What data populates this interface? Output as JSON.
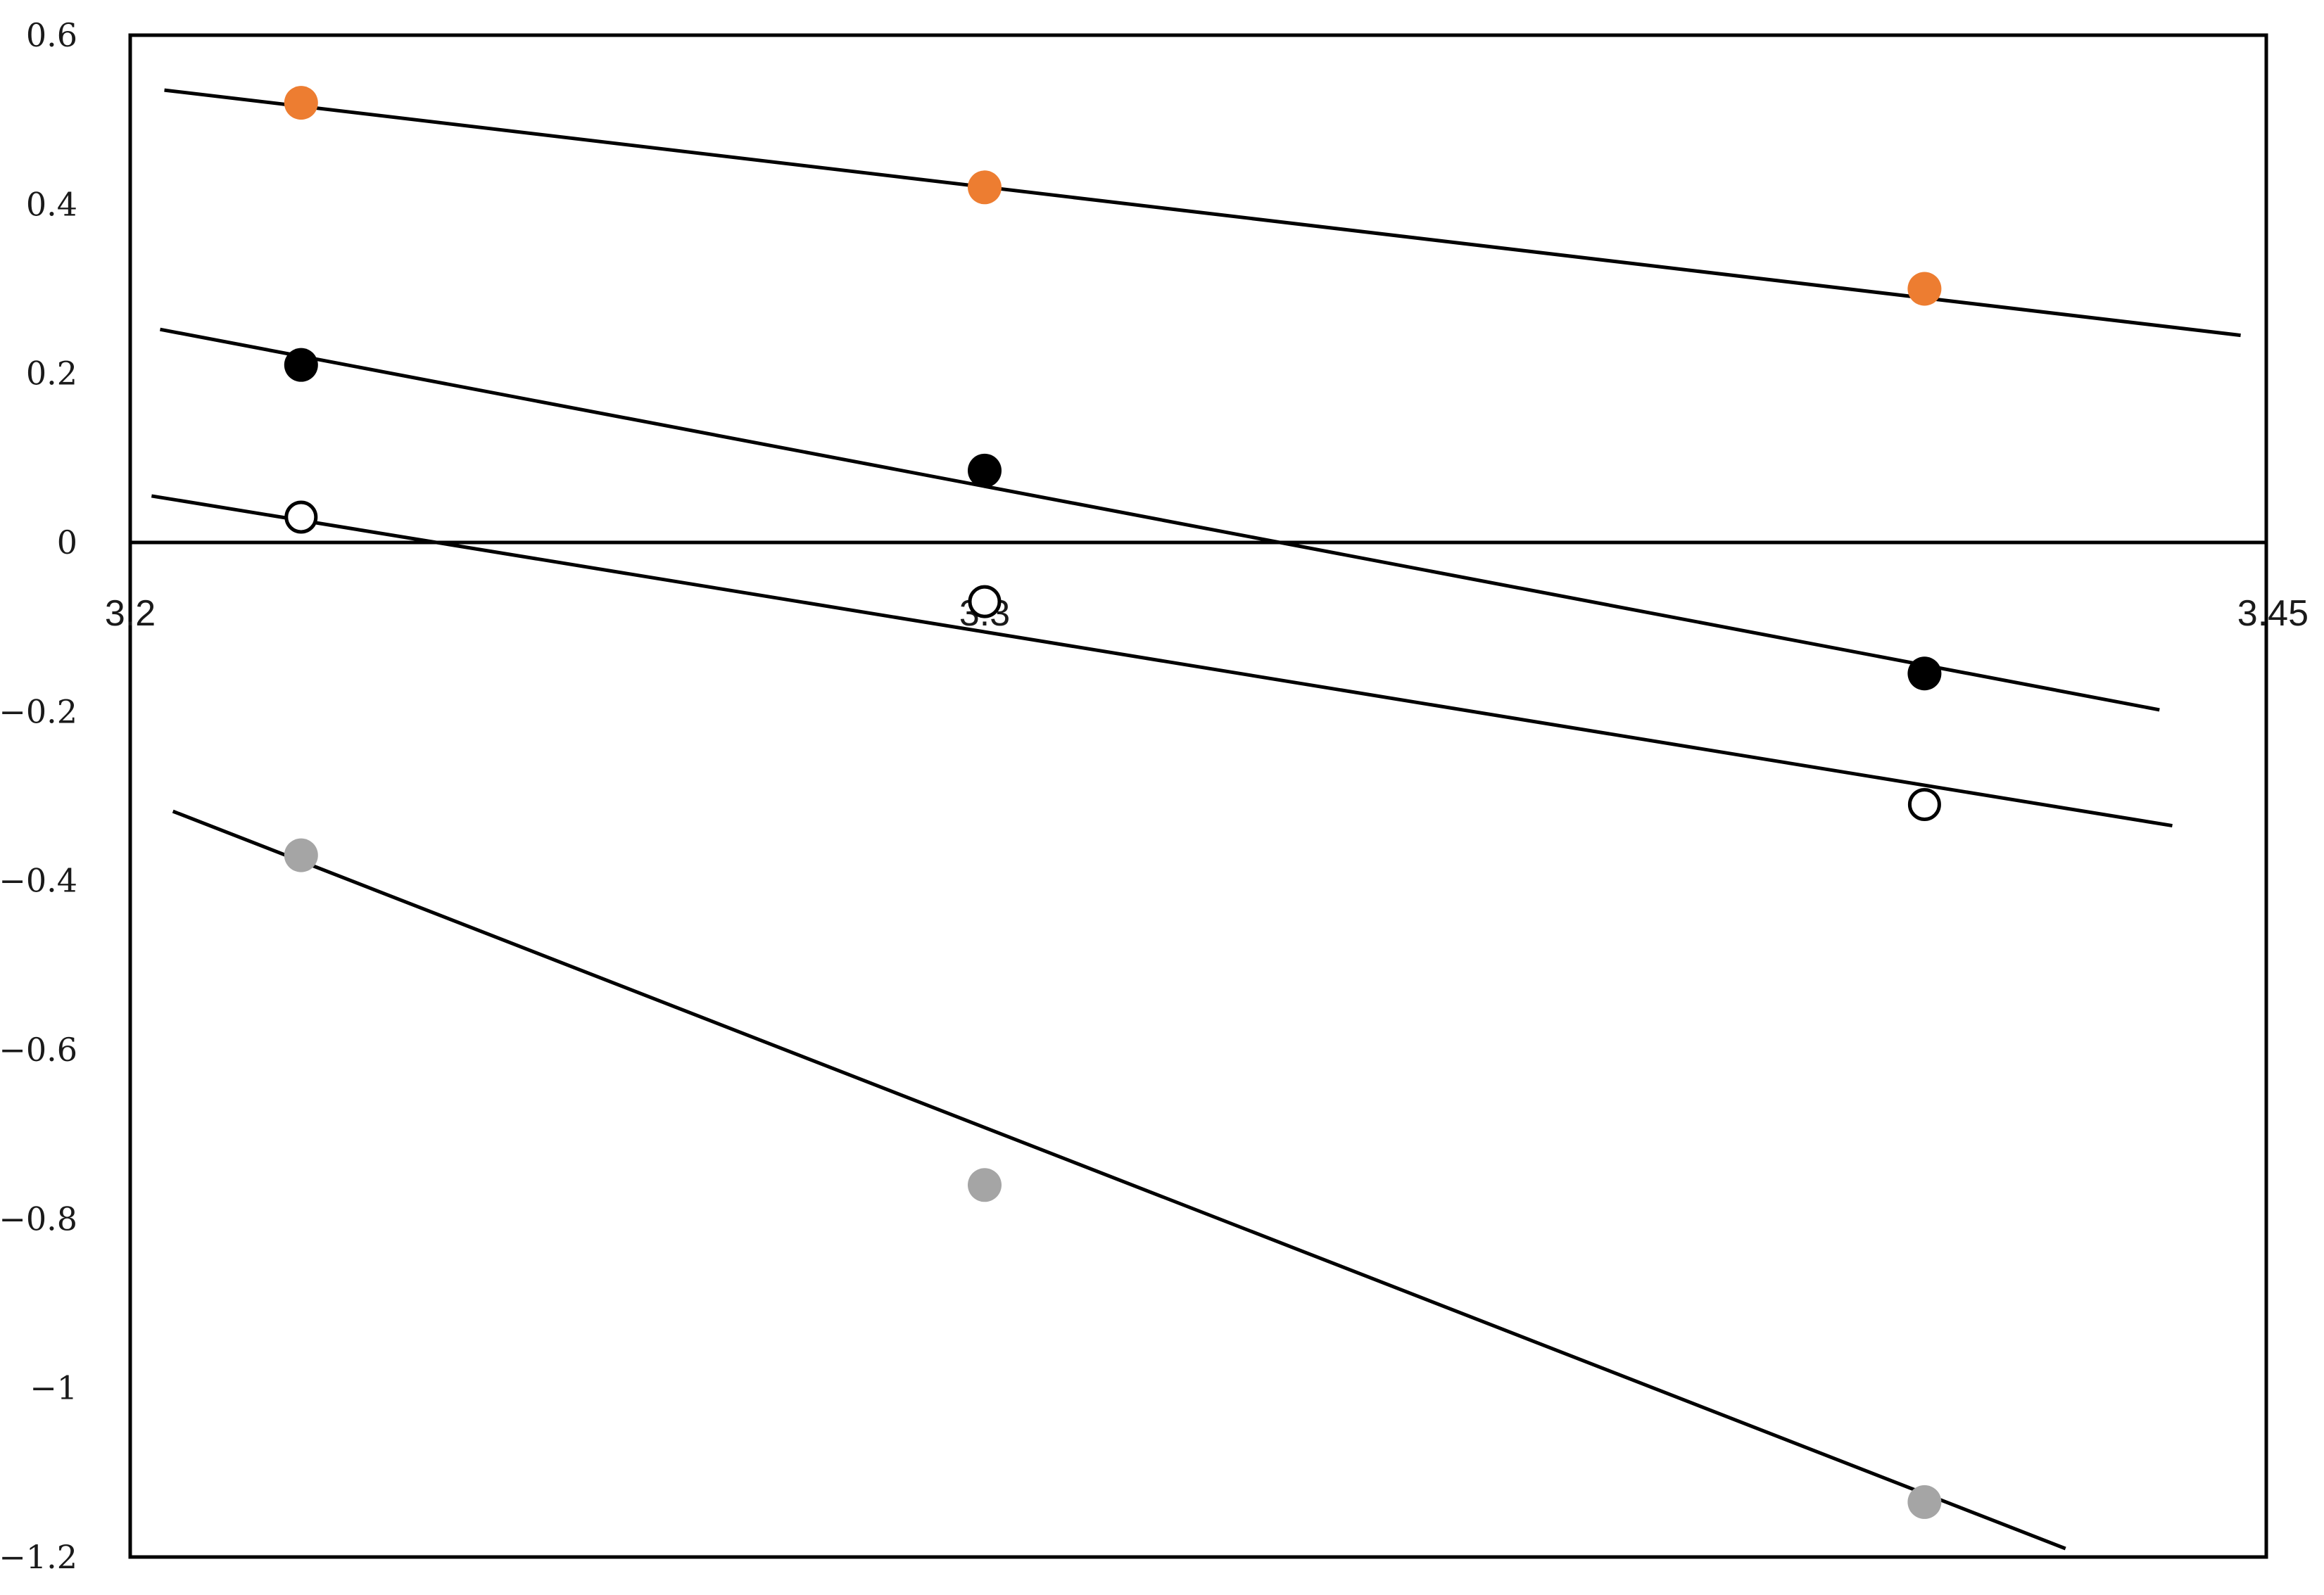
{
  "chart_data": {
    "type": "scatter",
    "title": "",
    "xlabel": "",
    "ylabel": "",
    "xlim": [
      3.2,
      3.45
    ],
    "ylim": [
      -1.2,
      0.6
    ],
    "x_ticks": [
      {
        "value": 3.2,
        "label": "3.2"
      },
      {
        "value": 3.3,
        "label": "3.3"
      },
      {
        "value": 3.45,
        "label": "3.45"
      }
    ],
    "y_ticks": [
      {
        "value": 0.6,
        "label": "0.6"
      },
      {
        "value": 0.4,
        "label": "0.4"
      },
      {
        "value": 0.2,
        "label": "0.2"
      },
      {
        "value": 0,
        "label": "0"
      },
      {
        "value": -0.2,
        "label": "−0.2"
      },
      {
        "value": -0.4,
        "label": "−0.4"
      },
      {
        "value": -0.6,
        "label": "−0.6"
      },
      {
        "value": -0.8,
        "label": "−0.8"
      },
      {
        "value": -1,
        "label": "−1"
      },
      {
        "value": -1.2,
        "label": "−1.2"
      }
    ],
    "grid": false,
    "legend": "none",
    "x_axis_at_y": 0,
    "series": [
      {
        "color": "#ED7D31",
        "marker": "filled",
        "x": [
          3.22,
          3.3,
          3.41
        ],
        "y": [
          0.52,
          0.42,
          0.3
        ],
        "trendline": {
          "x": [
            3.204,
            3.447
          ],
          "y": [
            0.535,
            0.245
          ]
        }
      },
      {
        "color": "#000000",
        "marker": "filled",
        "x": [
          3.22,
          3.3,
          3.41
        ],
        "y": [
          0.21,
          0.085,
          -0.155
        ],
        "trendline": {
          "x": [
            3.2035,
            3.4375
          ],
          "y": [
            0.252,
            -0.198
          ]
        }
      },
      {
        "color": "#000000",
        "marker": "open",
        "x": [
          3.22,
          3.3,
          3.41
        ],
        "y": [
          0.03,
          -0.07,
          -0.31
        ],
        "trendline": {
          "x": [
            3.2025,
            3.439
          ],
          "y": [
            0.055,
            -0.335
          ]
        }
      },
      {
        "color": "#A5A5A5",
        "marker": "filled",
        "x": [
          3.22,
          3.3,
          3.41
        ],
        "y": [
          -0.37,
          -0.76,
          -1.135
        ],
        "trendline": {
          "x": [
            3.205,
            3.4265
          ],
          "y": [
            -0.318,
            -1.19
          ]
        }
      }
    ]
  }
}
